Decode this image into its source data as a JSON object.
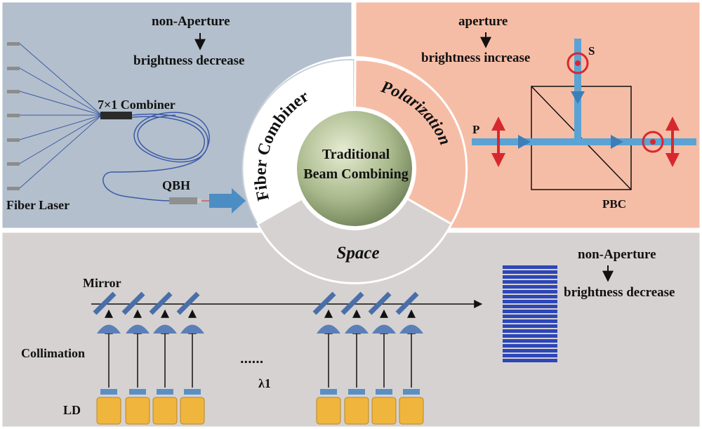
{
  "panels": {
    "fiber": {
      "top_note": "non-Aperture",
      "bottom_note": "brightness decrease",
      "combiner_label": "7×1 Combiner",
      "qbh_label": "QBH",
      "source_label": "Fiber Laser"
    },
    "polarization": {
      "top_note": "aperture",
      "bottom_note": "brightness increase",
      "s_label": "S",
      "p_label": "P",
      "pbc_label": "PBC"
    },
    "space": {
      "mirror_label": "Mirror",
      "collimation_label": "Collimation",
      "ld_label": "LD",
      "lambda_label": "λ1",
      "top_note": "non-Aperture",
      "bottom_note": "brightness decrease"
    }
  },
  "wheel": {
    "center_line1": "Traditional",
    "center_line2": "Beam Combining",
    "seg_fiber": "Fiber Combiner",
    "seg_polarization": "Polarization",
    "seg_space": "Space"
  },
  "colors": {
    "fiber_bg": "#b3bfcc",
    "polarization_bg": "#f6bda6",
    "space_bg": "#d6d2d1",
    "beam": "#5aa3d4",
    "laser_diode": "#f0b53c",
    "accent_red": "#d7282f",
    "stack": "#2d46b8"
  }
}
